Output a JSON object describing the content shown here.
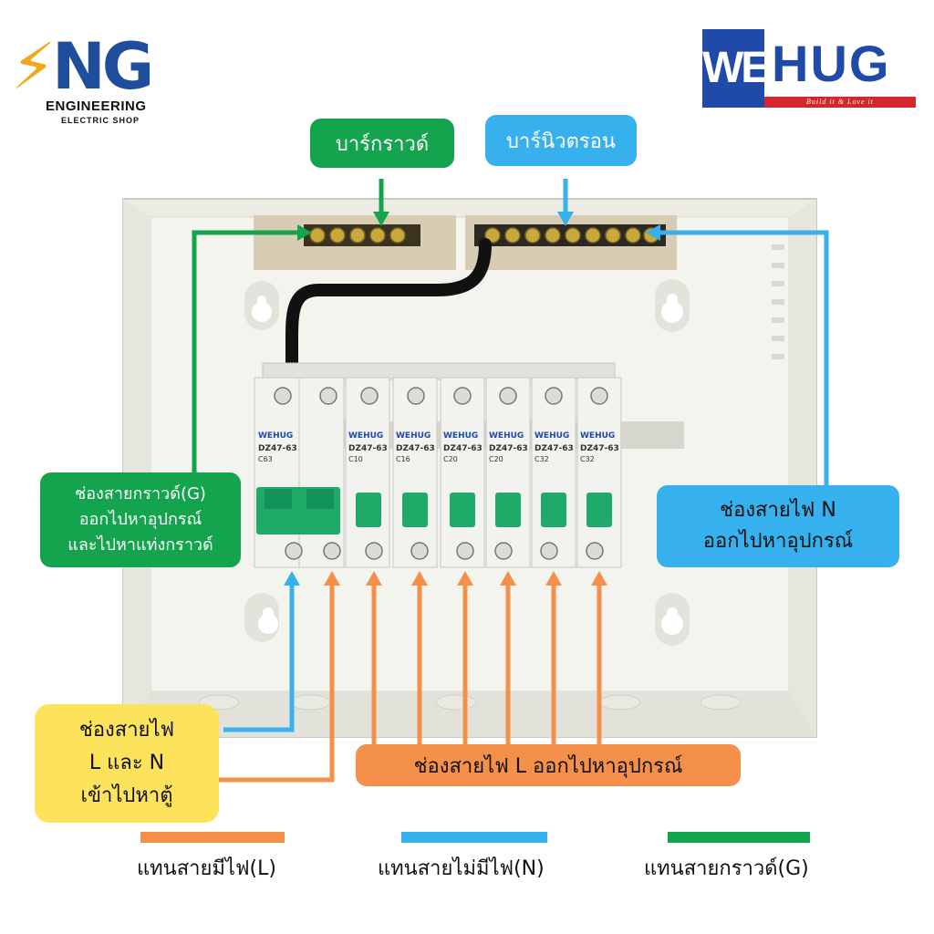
{
  "logos": {
    "eng": {
      "mark_bolt": "⚡",
      "mark_text": "NG",
      "line1": "ENGINEERING",
      "line2": "ELECTRIC SHOP"
    },
    "wehug": {
      "we": "WE",
      "hug": "HUG",
      "tagline": "Build it & Love it"
    }
  },
  "labels": {
    "ground_bar": "บาร์กราวด์",
    "neutral_bar": "บาร์นิวตรอน",
    "ground_out": [
      "ช่องสายกราวด์(G)",
      "ออกไปหาอุปกรณ์",
      "และไปหาแท่งกราวด์"
    ],
    "neutral_out": [
      "ช่องสายไฟ N",
      "ออกไปหาอุปกรณ์"
    ],
    "input": [
      "ช่องสายไฟ",
      "L และ N",
      "เข้าไปหาตู้"
    ],
    "line_out": "ช่องสายไฟ L ออกไปหาอุปกรณ์"
  },
  "breakers": [
    {
      "brand": "WEHUG",
      "model": "DZ47-63",
      "rating": "C63",
      "type": "main"
    },
    {
      "brand": "WEHUG",
      "model": "DZ47-63",
      "rating": "C10"
    },
    {
      "brand": "WEHUG",
      "model": "DZ47-63",
      "rating": "C16"
    },
    {
      "brand": "WEHUG",
      "model": "DZ47-63",
      "rating": "C20"
    },
    {
      "brand": "WEHUG",
      "model": "DZ47-63",
      "rating": "C20"
    },
    {
      "brand": "WEHUG",
      "model": "DZ47-63",
      "rating": "C32"
    },
    {
      "brand": "WEHUG",
      "model": "DZ47-63",
      "rating": "C32"
    }
  ],
  "legend": [
    {
      "text": "แทนสายมีไฟ(L)",
      "color": "#f5904a"
    },
    {
      "text": "แทนสายไม่มีไฟ(N)",
      "color": "#37b0ee"
    },
    {
      "text": "แทนสายกราวด์(G)",
      "color": "#14a44d"
    }
  ],
  "colors": {
    "line": "#f5904a",
    "neutral": "#37b0ee",
    "ground": "#14a44d",
    "box": "#eeeee6"
  }
}
